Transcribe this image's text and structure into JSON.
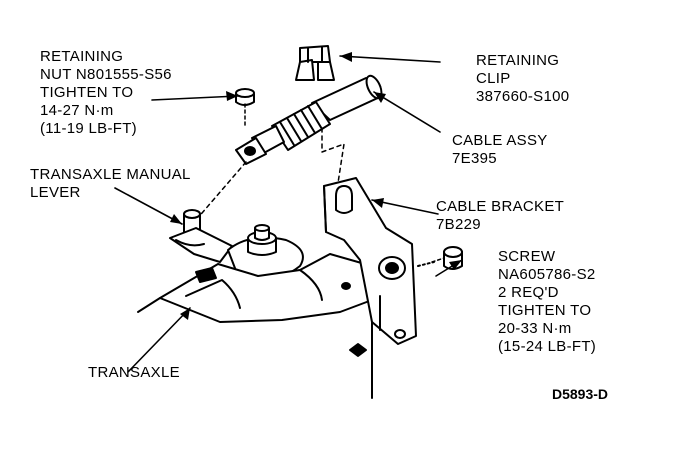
{
  "callouts": {
    "retaining_nut": {
      "lines": [
        "RETAINING",
        "NUT N801555-S56",
        "TIGHTEN TO",
        "14-27 N·m",
        "(11-19 LB-FT)"
      ]
    },
    "retaining_clip": {
      "lines": [
        "RETAINING",
        "CLIP",
        "387660-S100"
      ]
    },
    "cable_assy": {
      "lines": [
        "CABLE ASSY",
        "7E395"
      ]
    },
    "cable_bracket": {
      "lines": [
        "CABLE BRACKET",
        "7B229"
      ]
    },
    "transaxle_manual_lever": {
      "lines": [
        "TRANSAXLE MANUAL",
        "LEVER"
      ]
    },
    "screw": {
      "lines": [
        "SCREW",
        "NA605786-S2",
        "2 REQ'D",
        "TIGHTEN TO",
        "20-33 N·m",
        "(15-24 LB-FT)"
      ]
    },
    "transaxle": {
      "lines": [
        "TRANSAXLE"
      ]
    }
  },
  "figure_ref": "D5893-D"
}
